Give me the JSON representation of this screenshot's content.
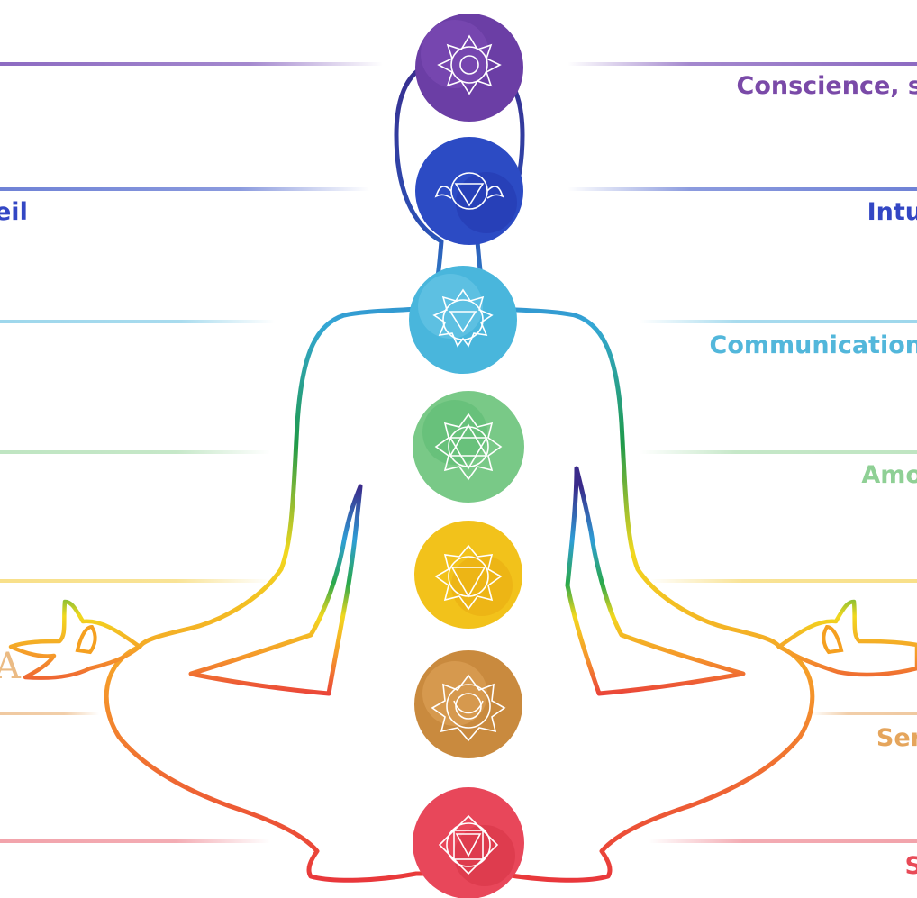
{
  "colors": {
    "crown": "#6d3fa6",
    "third_eye": "#2f4fc7",
    "throat": "#4bb8da",
    "heart": "#7dcc86",
    "solar": "#f2c21b",
    "sacral": "#d9883a",
    "root": "#e84a57",
    "label_crown": "#7a4aa8",
    "label_third_eye": "#3347c4",
    "label_throat": "#52b7db",
    "label_heart": "#8fd095",
    "label_sacral": "#e5a55c",
    "label_root": "#e84a57"
  },
  "labels_right": {
    "crown": "Conscience, s",
    "third_eye": "Intu",
    "throat": "Communication",
    "heart": "Amo",
    "sacral": "Ser",
    "root": "S"
  },
  "labels_left": {
    "third_eye": "eil",
    "sacral": "A"
  },
  "chakras": [
    {
      "name": "crown",
      "symbol": "lotus-crown-icon"
    },
    {
      "name": "third-eye",
      "symbol": "eye-triangle-icon"
    },
    {
      "name": "throat",
      "symbol": "throat-lotus-icon"
    },
    {
      "name": "heart",
      "symbol": "hexagram-icon"
    },
    {
      "name": "solar-plexus",
      "symbol": "triangle-lotus-icon"
    },
    {
      "name": "sacral",
      "symbol": "crescent-lotus-icon"
    },
    {
      "name": "root",
      "symbol": "square-triangle-icon"
    }
  ]
}
